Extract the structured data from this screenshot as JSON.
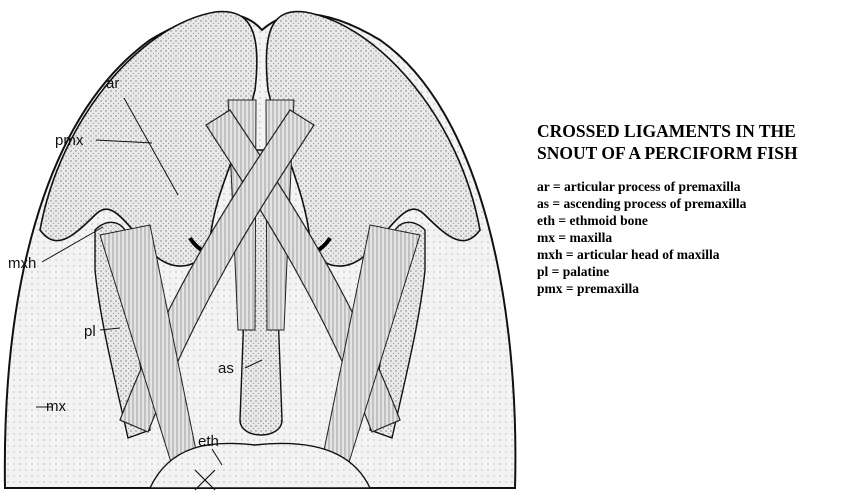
{
  "figure": {
    "labels": {
      "ar": "ar",
      "pmx": "pmx",
      "mxh": "mxh",
      "pl": "pl",
      "mx": "mx",
      "as": "as",
      "eth": "eth"
    }
  },
  "legend": {
    "title_lines": [
      "CROSSED LIGAMENTS IN THE",
      "SNOUT OF A PERCIFORM FISH"
    ],
    "entries": [
      "ar  = articular process of premaxilla",
      "as  = ascending process of premaxilla",
      "eth = ethmoid bone",
      "mx  = maxilla",
      "mxh = articular head of maxilla",
      "pl  = palatine",
      "pmx = premaxilla"
    ]
  }
}
